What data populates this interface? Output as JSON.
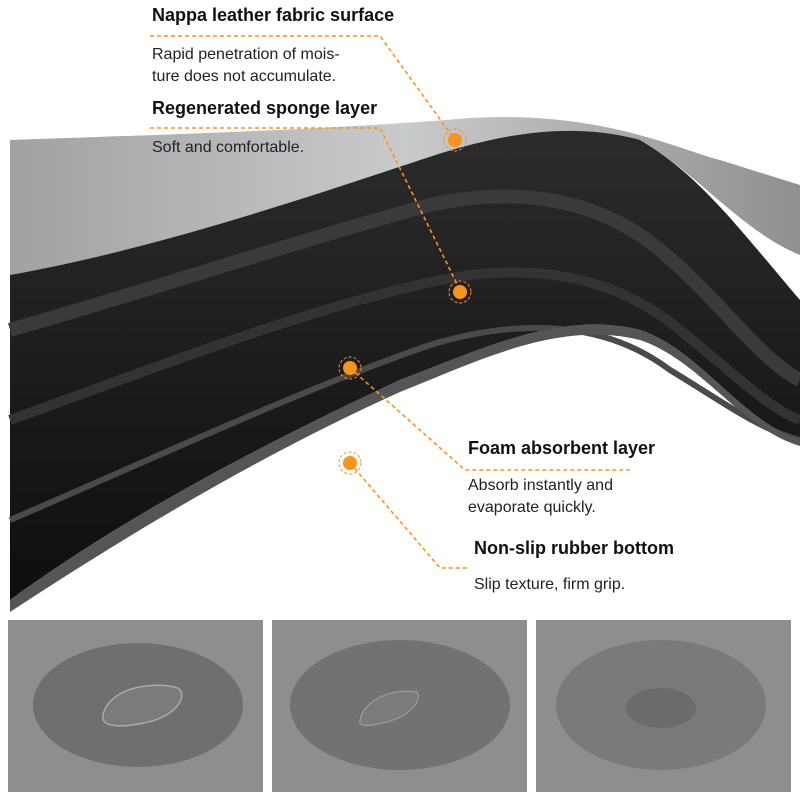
{
  "labels": {
    "nappa": {
      "title": "Nappa leather fabric surface",
      "desc_line1": "Rapid penetration of mois-",
      "desc_line2": "ture does not accumulate."
    },
    "sponge": {
      "title": "Regenerated sponge layer",
      "desc": "Soft and comfortable."
    },
    "foam": {
      "title": "Foam absorbent layer",
      "desc_line1": "Absorb instantly and",
      "desc_line2": "evaporate quickly."
    },
    "rubber": {
      "title": "Non-slip rubber bottom",
      "desc": "Slip texture, firm grip."
    }
  },
  "colors": {
    "accent": "#f7941d",
    "surface": "#b9babc",
    "layer": "#1c1c1c"
  }
}
